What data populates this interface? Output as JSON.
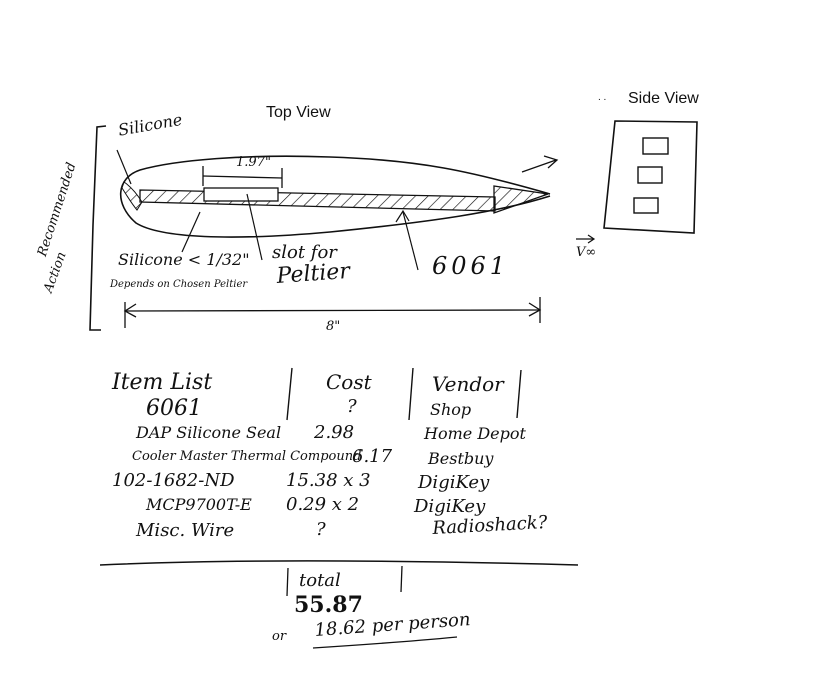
{
  "views": {
    "top_view_label": "Top View",
    "side_view_label": "Side View",
    "side_view_dots": ". ."
  },
  "top_view": {
    "silicone_label": "Silicone",
    "dim_slot": "1.97\"",
    "recommended_action": [
      "Recommended",
      "Action"
    ],
    "silicone_thickness": "Silicone < 1/32\"",
    "depends_note": "Depends on Chosen Peltier",
    "slot_label_1": "slot for",
    "slot_label_2": "Peltier",
    "material": "6061",
    "length": "8\""
  },
  "side_view": {
    "flow_symbol": "V∞"
  },
  "item_list": {
    "headers": {
      "item": "Item List",
      "cost": "Cost",
      "vendor": "Vendor"
    },
    "rows": [
      {
        "item": "6061",
        "cost": "?",
        "vendor": "Shop"
      },
      {
        "item": "DAP Silicone Seal",
        "cost": "2.98",
        "vendor": "Home Depot"
      },
      {
        "item": "Cooler Master Thermal Compound",
        "cost": "6.17",
        "vendor": "Bestbuy"
      },
      {
        "item": "102-1682-ND",
        "cost": "15.38 x 3",
        "vendor": "DigiKey"
      },
      {
        "item": "MCP9700T-E",
        "cost": "0.29 x 2",
        "vendor": "DigiKey"
      },
      {
        "item": "Misc. Wire",
        "cost": "?",
        "vendor": "Radioshack?"
      }
    ],
    "total_label": "total",
    "total_value": "55.87",
    "per_person_prefix": "or",
    "per_person_value": "18.62 per person"
  },
  "colors": {
    "ink": "#111111",
    "background": "#ffffff"
  }
}
